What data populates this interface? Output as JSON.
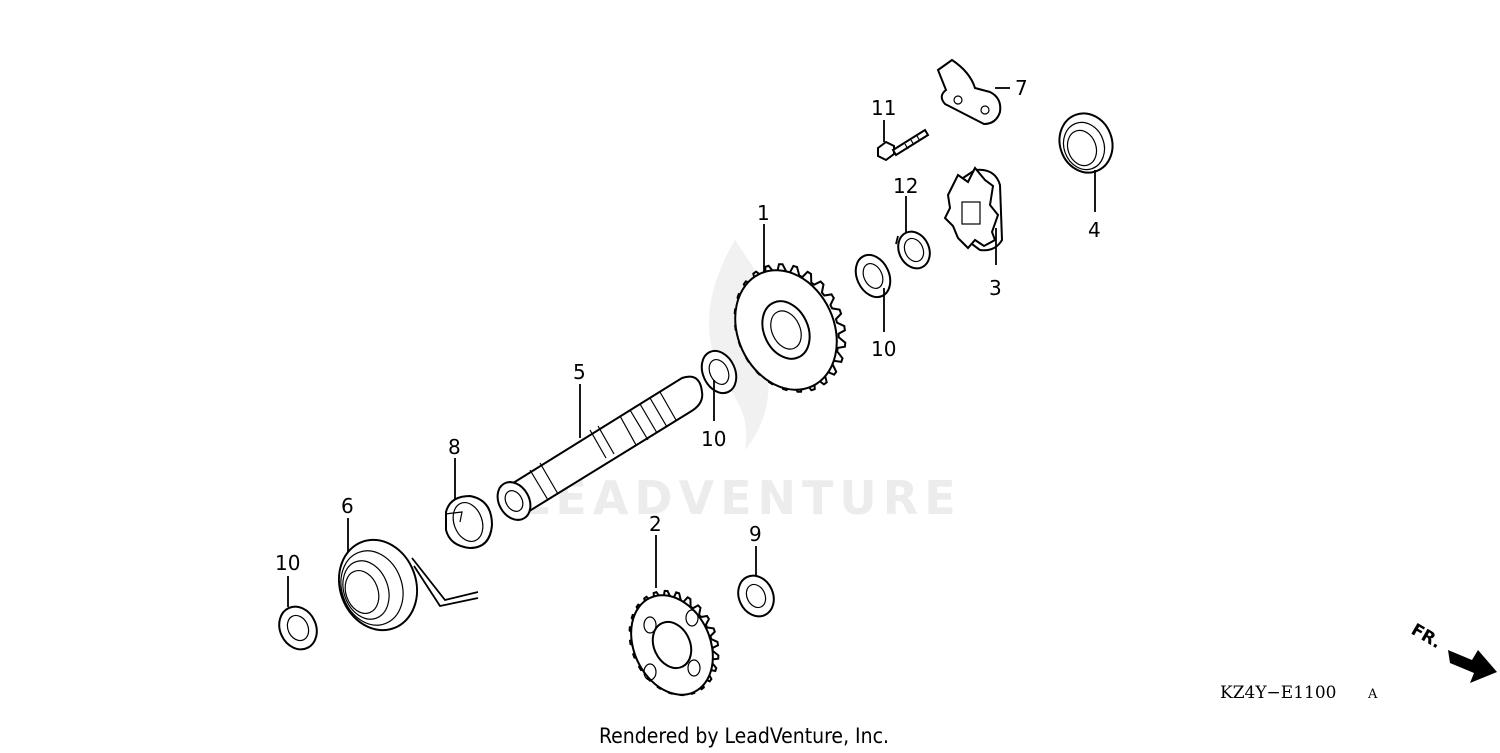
{
  "diagram": {
    "watermark": "LEADVENTURE",
    "diagram_code": "KZ4Y−E1100",
    "diagram_code_suffix": "A",
    "footer_credit": "Rendered by LeadVenture, Inc.",
    "front_arrow_label": "FR.",
    "callouts": [
      {
        "number": "1",
        "part": "gear-1"
      },
      {
        "number": "2",
        "part": "gear-2"
      },
      {
        "number": "3",
        "part": "ratchet-3"
      },
      {
        "number": "4",
        "part": "spring-4"
      },
      {
        "number": "5",
        "part": "shaft-5"
      },
      {
        "number": "6",
        "part": "return-spring-6"
      },
      {
        "number": "7",
        "part": "plate-7"
      },
      {
        "number": "8",
        "part": "collar-8"
      },
      {
        "number": "9",
        "part": "washer-9"
      },
      {
        "number": "10",
        "part": "washer-10"
      },
      {
        "number": "10",
        "part": "washer-10"
      },
      {
        "number": "10",
        "part": "washer-10"
      },
      {
        "number": "11",
        "part": "bolt-11"
      },
      {
        "number": "12",
        "part": "circlip-12"
      }
    ]
  }
}
